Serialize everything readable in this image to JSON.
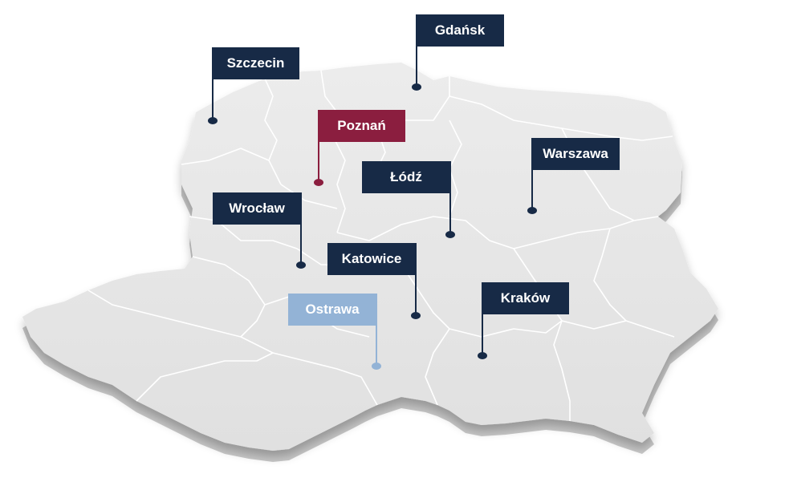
{
  "colors": {
    "navy": "#172a46",
    "burgundy": "#8b1e3f",
    "light_blue": "#93b3d6",
    "land_top": "#e7e7e7",
    "land_side": "#c9c9c9",
    "border": "#ffffff"
  },
  "cities": [
    {
      "id": "gdansk",
      "name": "Gdańsk",
      "color": "navy"
    },
    {
      "id": "szczecin",
      "name": "Szczecin",
      "color": "navy"
    },
    {
      "id": "poznan",
      "name": "Poznań",
      "color": "burgundy"
    },
    {
      "id": "warszawa",
      "name": "Warszawa",
      "color": "navy"
    },
    {
      "id": "lodz",
      "name": "Łódź",
      "color": "navy"
    },
    {
      "id": "wroclaw",
      "name": "Wrocław",
      "color": "navy"
    },
    {
      "id": "katowice",
      "name": "Katowice",
      "color": "navy"
    },
    {
      "id": "ostrawa",
      "name": "Ostrawa",
      "color": "light_blue"
    },
    {
      "id": "krakow",
      "name": "Kraków",
      "color": "navy"
    }
  ]
}
